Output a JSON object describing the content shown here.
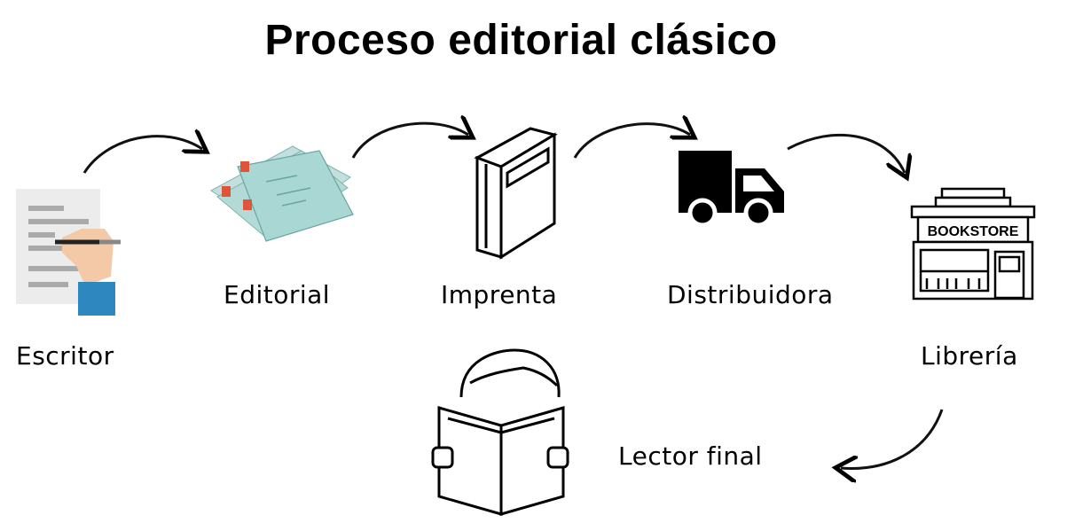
{
  "title": "Proceso editorial clásico",
  "nodes": {
    "escritor": "Escritor",
    "editorial": "Editorial",
    "imprenta": "Imprenta",
    "distribuidora": "Distribuidora",
    "libreria": "Librería",
    "lector": "Lector final"
  },
  "bookstore_sign": "BOOKSTORE",
  "colors": {
    "paper": "#a9d7d3",
    "clip": "#e0553a",
    "sleeve": "#2e88bf",
    "skin": "#f3c9a7",
    "doc": "#ececec"
  },
  "icons": [
    "writer-icon",
    "manuscript-icon",
    "book-icon",
    "truck-icon",
    "bookstore-icon",
    "reader-icon"
  ]
}
